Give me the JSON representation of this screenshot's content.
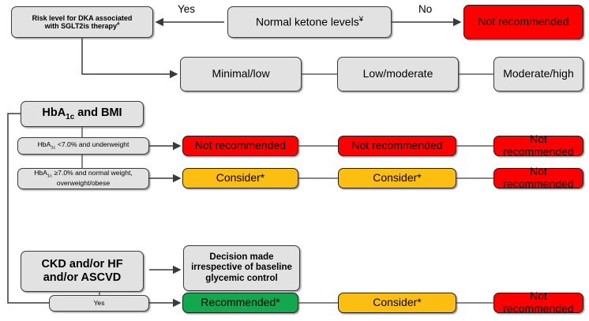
{
  "diagram": {
    "title_note": "Flowchart for SGLT2i therapy decision based on DKA risk, HbA1c/BMI and comorbidities",
    "colors": {
      "red": "#FE0000",
      "amber": "#FDBE12",
      "green": "#14A84E",
      "gray": "#E2E2E2",
      "border": "#3A3A3A",
      "line": "#6E6E6E"
    },
    "row_ketone": {
      "risk_box_line1": "Risk level for DKA associated",
      "risk_box_line2_pre": "with SGLT2is therapy",
      "risk_box_line2_sup": "#",
      "edge_yes": "Yes",
      "edge_no": "No",
      "question_pre": "Normal ketone levels",
      "question_sup": "¥",
      "result": "Not recommended"
    },
    "risk_levels": [
      "Minimal/low",
      "Low/moderate",
      "Moderate/high"
    ],
    "section_hba1c": {
      "header_pre": "HbA",
      "header_sub": "1c",
      "header_post": " and BMI",
      "criteria": [
        {
          "pre": "HbA",
          "sub": "1c",
          "post": " <7.0% and underweight",
          "line2": ""
        },
        {
          "pre": "HbA",
          "sub": "1c",
          "post": " ≥7.0% and normal weight,",
          "line2": "overweight/obese"
        }
      ],
      "outcomes": [
        [
          "Not recommended",
          "Not recommended",
          "Not recommended"
        ],
        [
          "Consider*",
          "Consider*",
          "Not recommended"
        ]
      ],
      "outcome_colors": [
        [
          "red",
          "red",
          "red"
        ],
        [
          "amber",
          "amber",
          "red"
        ]
      ]
    },
    "section_comorbid": {
      "header_line1": "CKD and/or HF",
      "header_line2": "and/or ASCVD",
      "note_line1": "Decision made",
      "note_line2": "irrespective of baseline",
      "note_line3": "glycemic control",
      "criterion": "Yes",
      "outcomes": [
        "Recommended*",
        "Consider*",
        "Not recommended"
      ],
      "outcome_colors": [
        "green",
        "amber",
        "red"
      ]
    }
  }
}
